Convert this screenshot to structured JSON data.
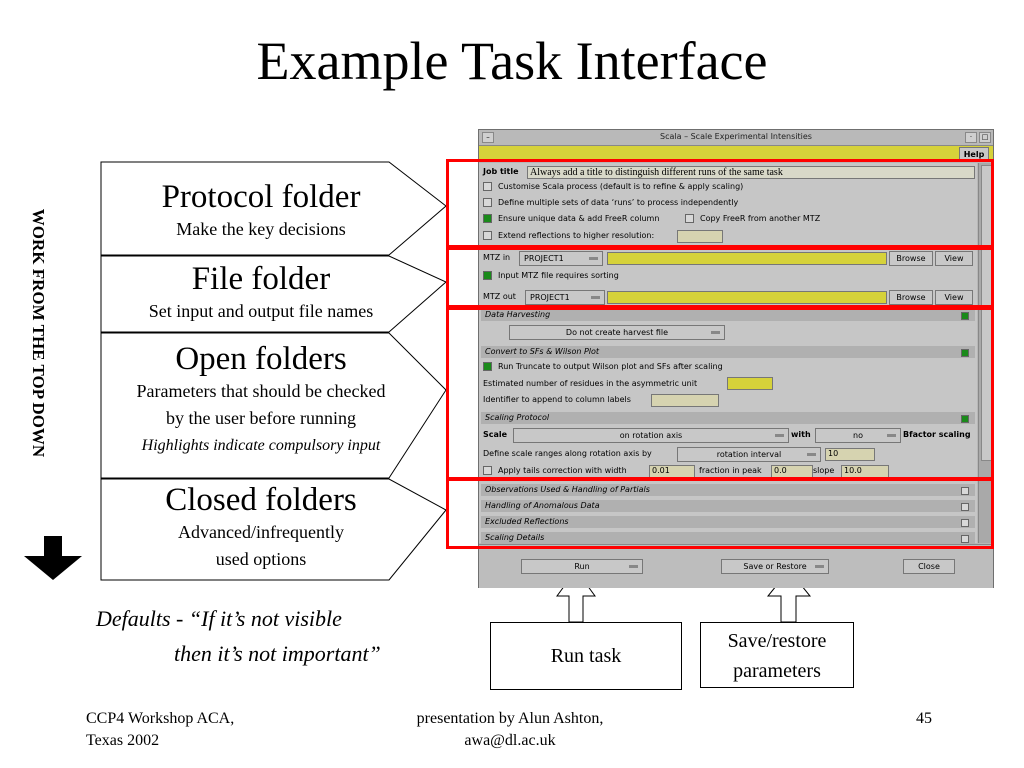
{
  "slide": {
    "title": "Example Task Interface",
    "vertical_banner": "WORK FROM THE TOP DOWN",
    "quote_line1": "Defaults - “If it’s not visible",
    "quote_line2": "then it’s not important”",
    "footer_left_line1": "CCP4 Workshop ACA,",
    "footer_left_line2": "Texas 2002",
    "footer_center_line1": "presentation by Alun Ashton,",
    "footer_center_line2": "awa@dl.ac.uk",
    "page_number": "45"
  },
  "callouts": [
    {
      "title": "Protocol folder",
      "lines": [
        "Make the key decisions"
      ]
    },
    {
      "title": "File folder",
      "lines": [
        "Set input and output file names"
      ]
    },
    {
      "title": "Open folders",
      "lines": [
        "Parameters that should be checked",
        "by the user before running"
      ],
      "italic": "Highlights indicate compulsory input"
    },
    {
      "title": "Closed folders",
      "lines": [
        "Advanced/infrequently",
        "used options"
      ]
    }
  ],
  "bottom_callouts": {
    "run": "Run task",
    "save_line1": "Save/restore",
    "save_line2": "parameters"
  },
  "app": {
    "window_title": "Scala – Scale Experimental Intensities",
    "help": "Help",
    "protocol": {
      "job_title_label": "Job title",
      "job_title_value": "Always add a title to distinguish different runs of the same task",
      "opt1": "Customise Scala process (default is to refine & apply scaling)",
      "opt2": "Define multiple sets of data ‘runs’ to process independently",
      "opt3": "Ensure unique data & add FreeR column",
      "opt3b": "Copy FreeR from another MTZ",
      "opt4": "Extend reflections to higher resolution:"
    },
    "files": {
      "mtz_in_label": "MTZ in",
      "mtz_in_project": "PROJECT1",
      "browse": "Browse",
      "view": "View",
      "sorting": "Input MTZ file requires sorting",
      "mtz_out_label": "MTZ out",
      "mtz_out_project": "PROJECT1"
    },
    "open": {
      "harvest_hdr": "Data Harvesting",
      "harvest_option": "Do not create harvest file",
      "convert_hdr": "Convert to SFs & Wilson Plot",
      "truncate": "Run Truncate to output Wilson plot and SFs after scaling",
      "residues": "Estimated number of residues in the asymmetric unit",
      "identifier": "Identifier to append to column labels",
      "scaling_hdr": "Scaling Protocol",
      "scale_label": "Scale",
      "scale_option": "on rotation axis",
      "with_label": "with",
      "with_option": "no",
      "bfactor": "Bfactor scaling",
      "ranges_label": "Define scale ranges along rotation axis by",
      "ranges_option": "rotation interval",
      "ranges_value": "10",
      "tails_label": "Apply tails correction with width",
      "tails_width": "0.01",
      "fraction_label": "fraction in peak",
      "fraction_value": "0.0",
      "slope_label": "slope",
      "slope_value": "10.0"
    },
    "closed": [
      "Observations Used & Handling of Partials",
      "Handling of Anomalous Data",
      "Excluded Reflections",
      "Scaling Details"
    ],
    "bottom": {
      "run": "Run",
      "save": "Save or Restore",
      "close": "Close"
    }
  }
}
